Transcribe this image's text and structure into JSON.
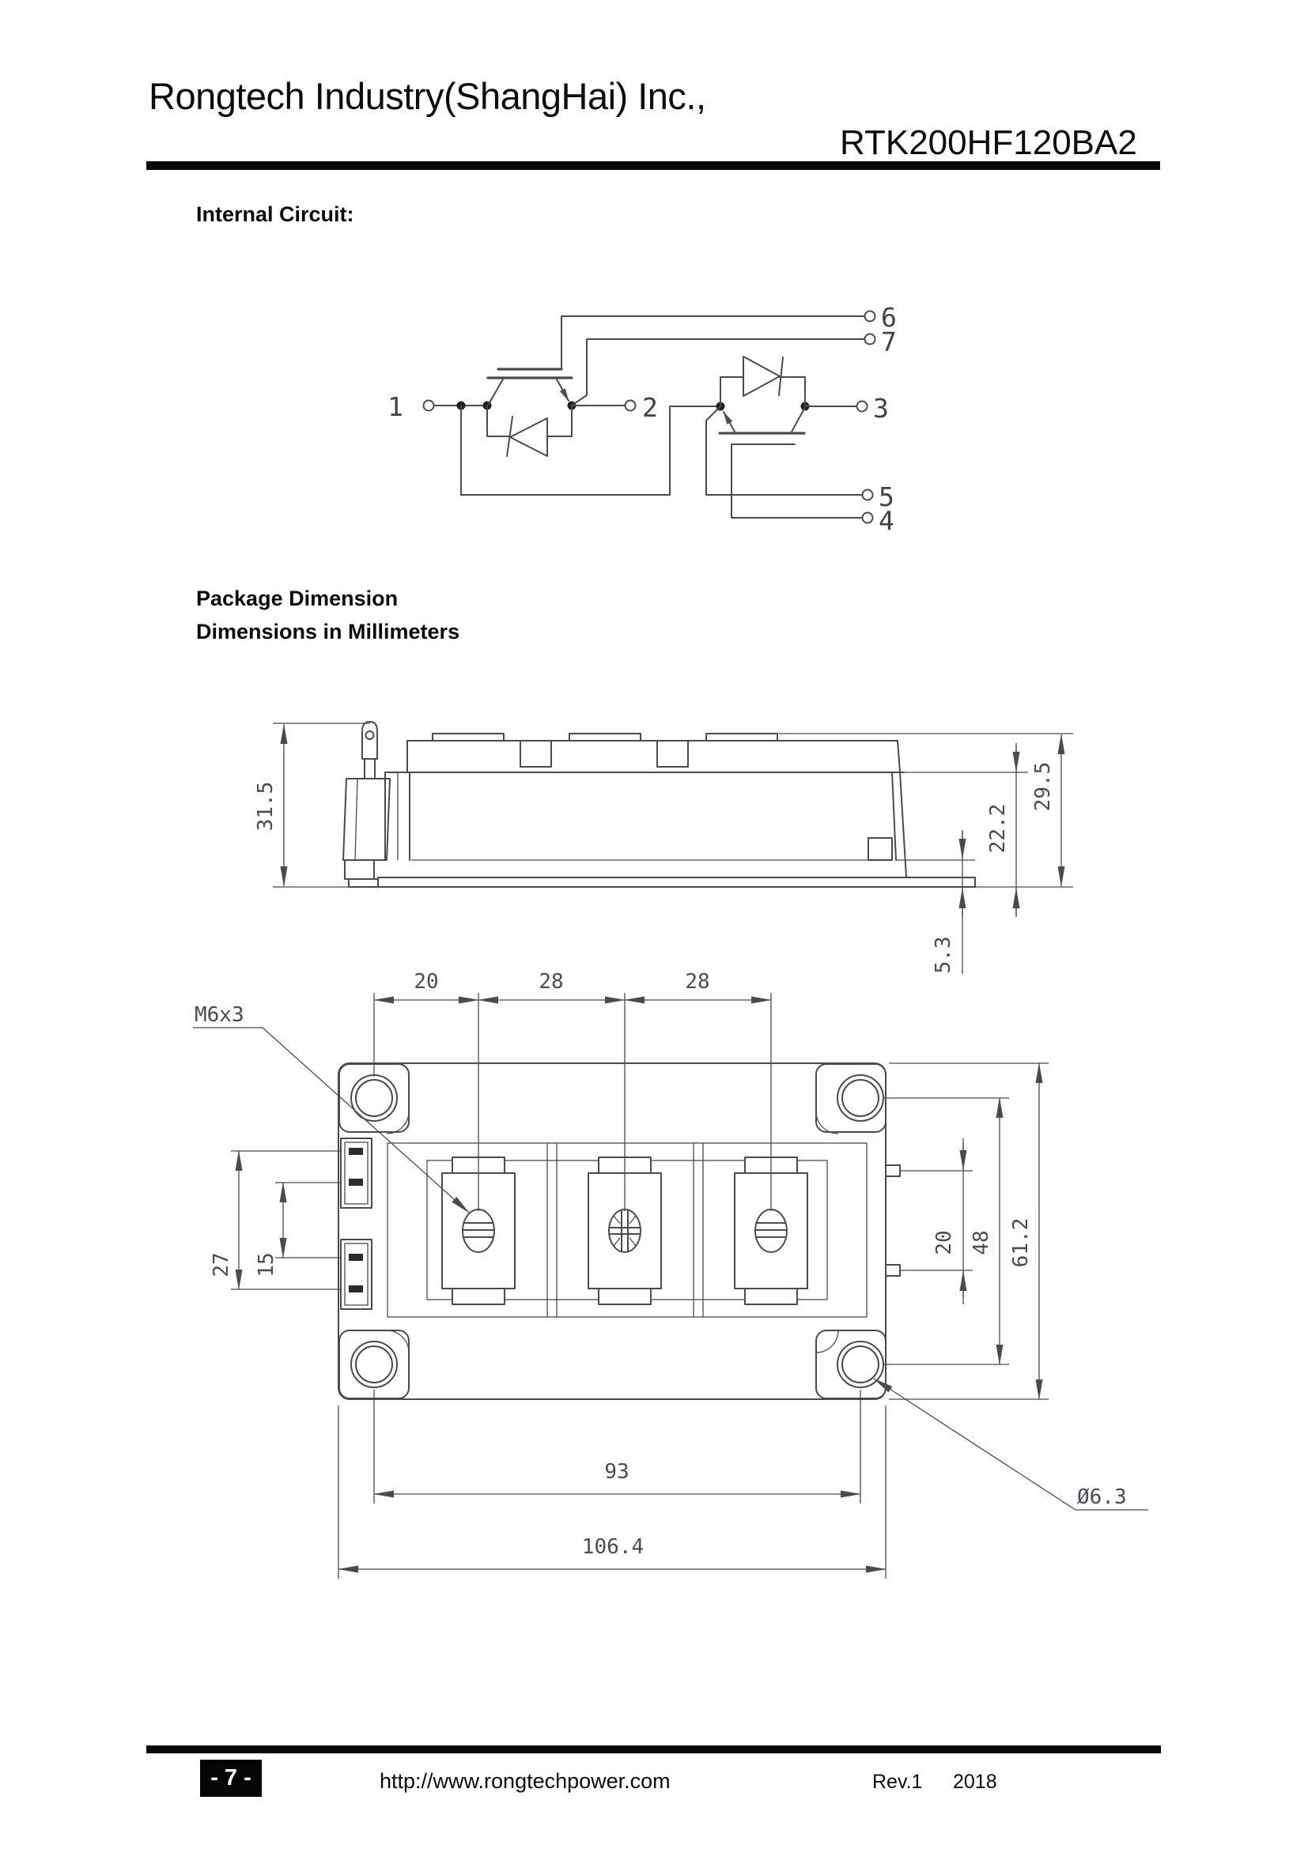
{
  "header": {
    "company": "Rongtech Industry(ShangHai) Inc.,",
    "part_number": "RTK200HF120BA2"
  },
  "headings": {
    "internal_circuit": "Internal Circuit:",
    "package_dimension": "Package Dimension",
    "dimensions_note": "Dimensions in Millimeters"
  },
  "circuit": {
    "terminals": [
      "1",
      "2",
      "3",
      "4",
      "5",
      "6",
      "7"
    ]
  },
  "drawing": {
    "side_view": {
      "total_height": "31.5",
      "body_height": "29.5",
      "case_height": "22.2",
      "baseplate_offset": "5.3"
    },
    "top_view": {
      "pitch_hole_to_screw": "20",
      "pitch_screws_1": "28",
      "pitch_screws_2": "28",
      "thread": "M6x3",
      "pin_span_outer": "27",
      "pin_span_inner": "15",
      "tab_span": "20",
      "hole_span_vertical": "48",
      "module_height": "61.2",
      "hole_span_horizontal": "93",
      "module_width": "106.4",
      "mounting_hole_diameter": "Ø6.3"
    }
  },
  "footer": {
    "page_number": "- 7 -",
    "website": "http://www.rongtechpower.com",
    "revision": "Rev.1",
    "year": "2018"
  }
}
